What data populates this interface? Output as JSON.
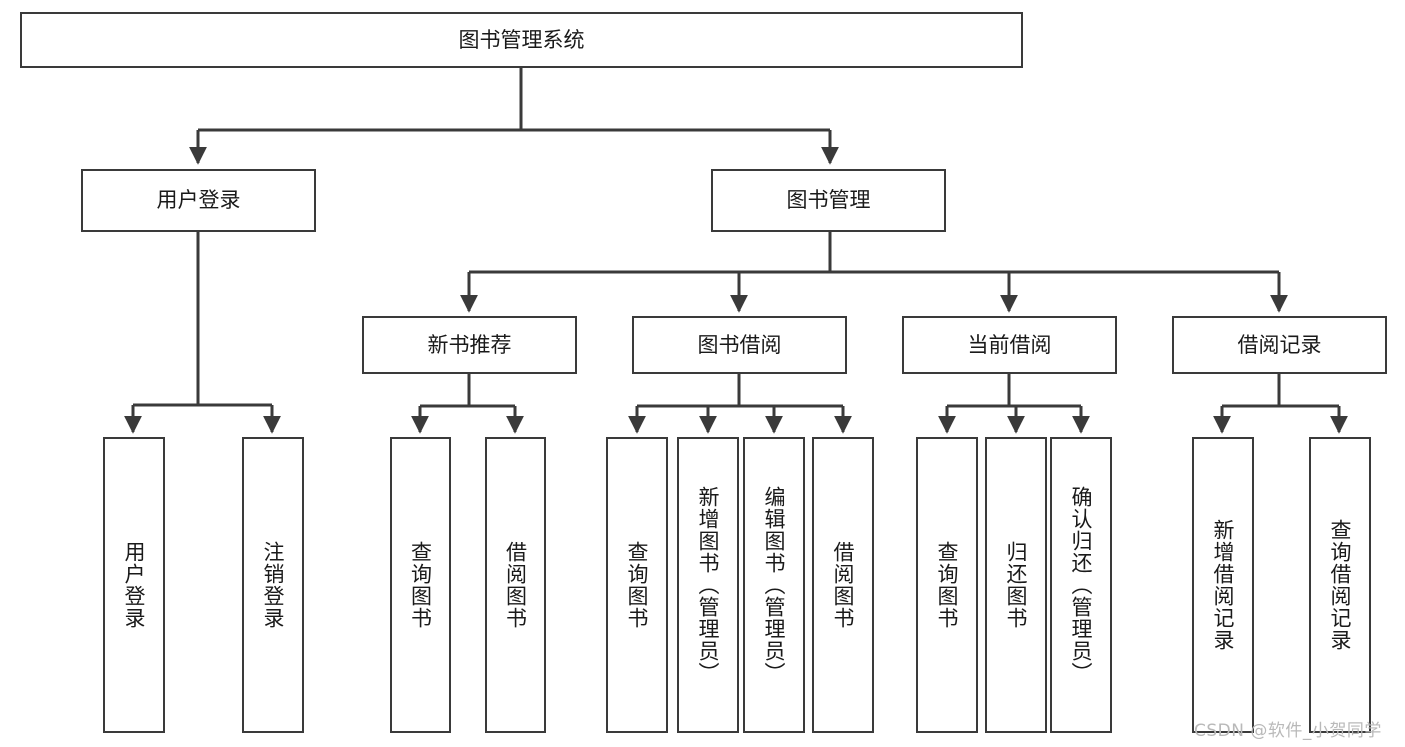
{
  "diagram": {
    "title": "图书管理系统",
    "watermark": "CSDN @软件_小贺同学",
    "accent_color": "#3a3a3a",
    "background_color": "#ffffff",
    "nodes": {
      "root": "图书管理系统",
      "user_login": "用户登录",
      "book_manage": "图书管理",
      "new_book_rec": "新书推荐",
      "book_borrow": "图书借阅",
      "current_borrow": "当前借阅",
      "borrow_record": "借阅记录",
      "leaf_user_login": "用户登录",
      "leaf_logout": "注销登录",
      "leaf_query_book_1": "查询图书",
      "leaf_borrow_book_1": "借阅图书",
      "leaf_query_book_2": "查询图书",
      "leaf_add_book": "新增图书（管理员）",
      "leaf_edit_book": "编辑图书（管理员）",
      "leaf_borrow_book_2": "借阅图书",
      "leaf_query_book_3": "查询图书",
      "leaf_return_book": "归还图书",
      "leaf_confirm_return": "确认归还（管理员）",
      "leaf_add_record": "新增借阅记录",
      "leaf_query_record": "查询借阅记录"
    }
  }
}
